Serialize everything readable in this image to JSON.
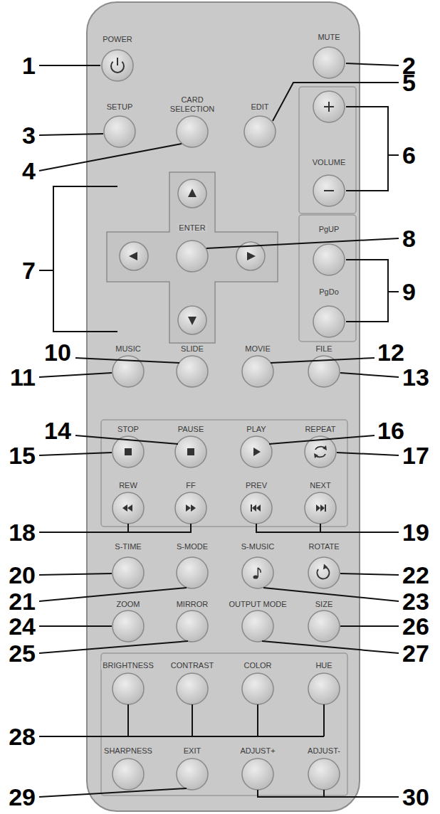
{
  "diagram": {
    "labels": [
      "POWER",
      "MUTE",
      "SETUP",
      "CARD SELECTION",
      "EDIT",
      "VOLUME",
      "ENTER",
      "PgUP",
      "PgDo",
      "MUSIC",
      "SLIDE",
      "MOVIE",
      "FILE",
      "STOP",
      "PAUSE",
      "PLAY",
      "REPEAT",
      "REW",
      "FF",
      "PREV",
      "NEXT",
      "S-TIME",
      "S-MODE",
      "S-MUSIC",
      "ROTATE",
      "ZOOM",
      "MIRROR",
      "OUTPUT MODE",
      "SIZE",
      "BRIGHTNESS",
      "CONTRAST",
      "COLOR",
      "HUE",
      "SHARPNESS",
      "EXIT",
      "ADJUST+",
      "ADJUST-",
      "1",
      "2",
      "3",
      "4",
      "5",
      "6",
      "7",
      "8",
      "9",
      "10",
      "11",
      "12",
      "13",
      "14",
      "15",
      "16",
      "17",
      "18",
      "19",
      "20",
      "21",
      "22",
      "23",
      "24",
      "25",
      "26",
      "27",
      "28",
      "29",
      "30"
    ]
  }
}
